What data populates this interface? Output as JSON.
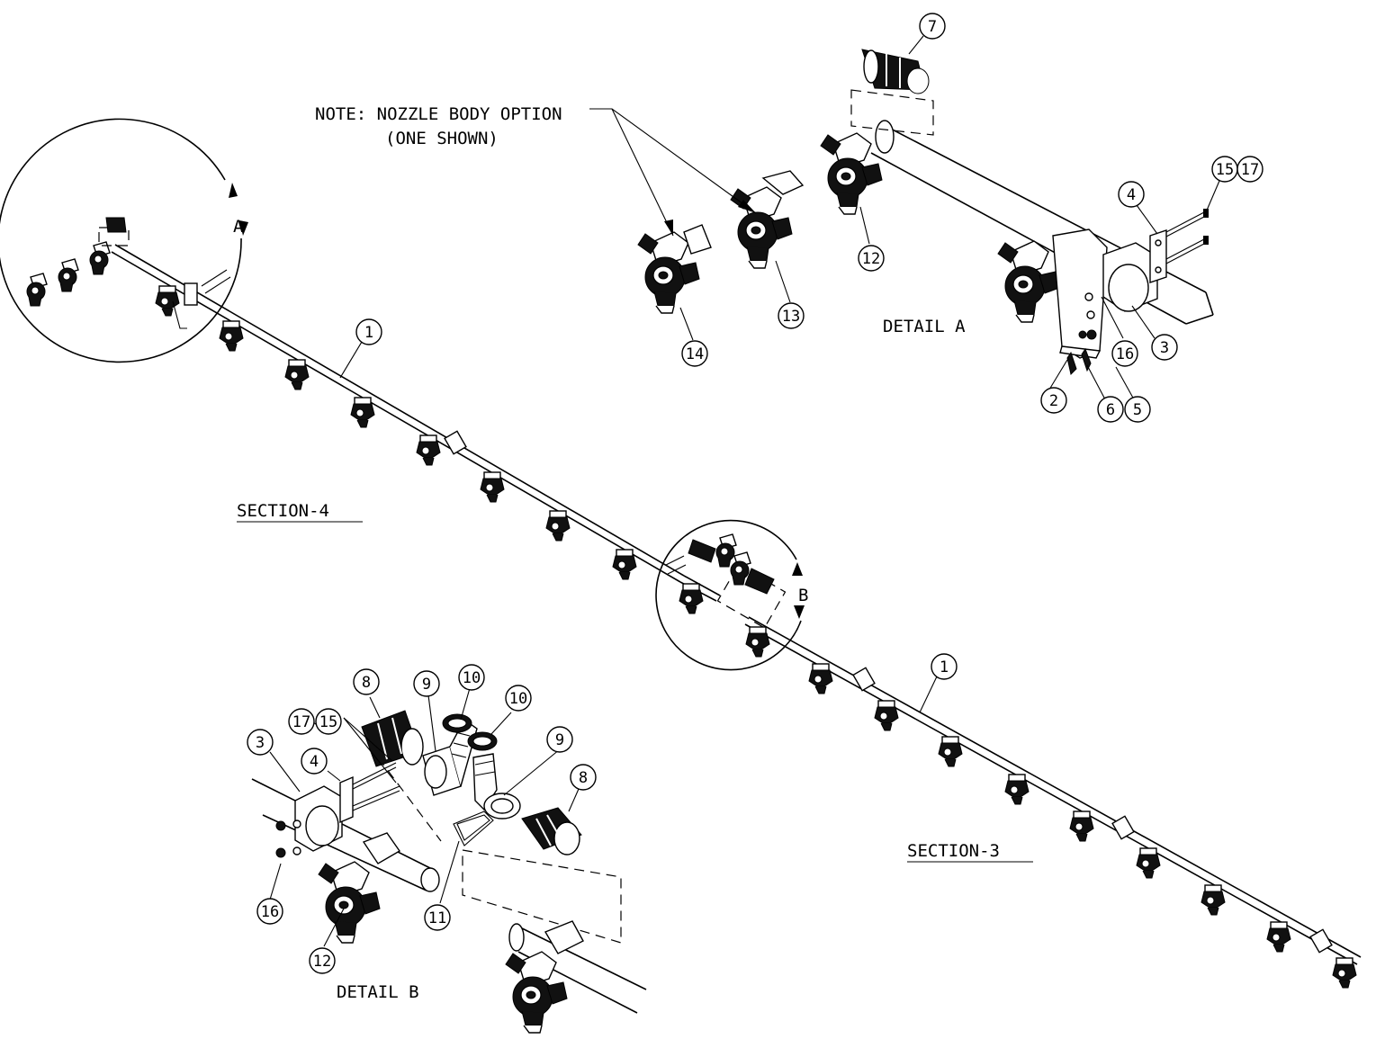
{
  "note": {
    "line1": "NOTE: NOZZLE BODY OPTION",
    "line2": "(ONE SHOWN)"
  },
  "section_labels": {
    "section4": "SECTION-4",
    "section3": "SECTION-3"
  },
  "detail_labels": {
    "detail_a": "DETAIL A",
    "detail_b": "DETAIL B",
    "marker_a": "A",
    "marker_b": "B"
  },
  "balloons": {
    "b1_upper": "1",
    "b1_lower": "1",
    "b2": "2",
    "b3_a": "3",
    "b3_b": "3",
    "b4_a": "4",
    "b4_b": "4",
    "b5": "5",
    "b6": "6",
    "b7": "7",
    "b8_top": "8",
    "b8_right": "8",
    "b9_left": "9",
    "b9_right": "9",
    "b10_left": "10",
    "b10_right": "10",
    "b11": "11",
    "b12_a": "12",
    "b12_b": "12",
    "b13": "13",
    "b14": "14",
    "b15_a": "15",
    "b15_b": "15",
    "b16_a": "16",
    "b16_b": "16",
    "b17_a": "17",
    "b17_b": "17"
  }
}
